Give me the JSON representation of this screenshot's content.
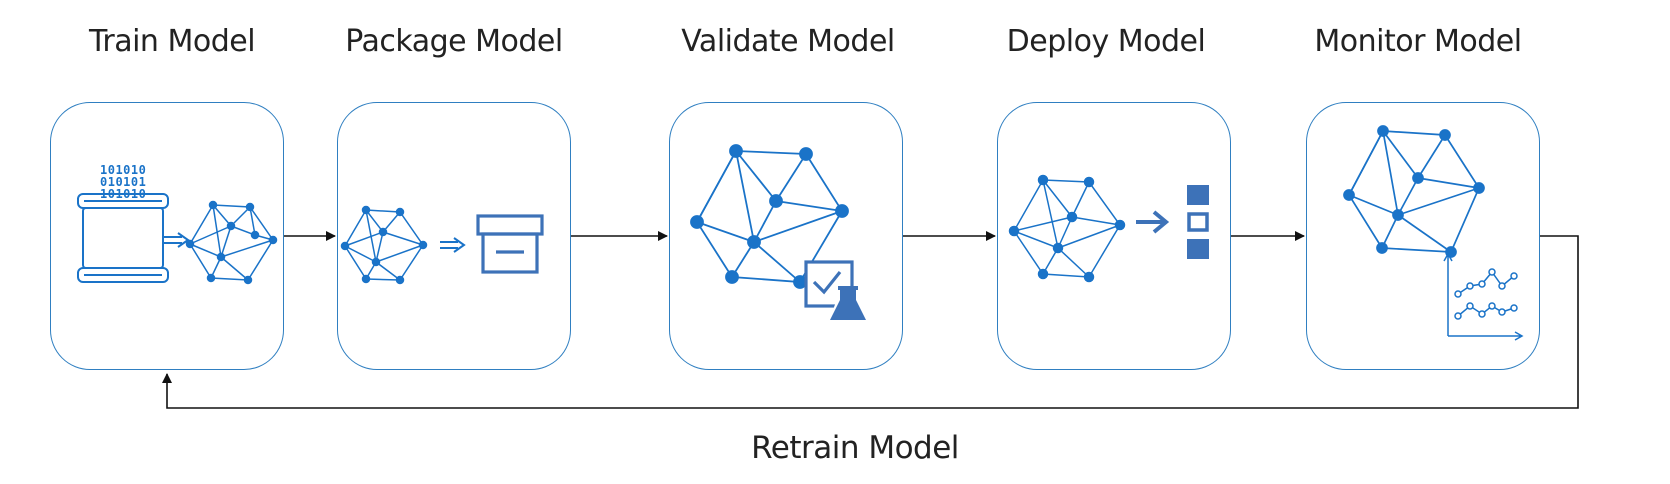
{
  "stages": [
    {
      "title": "Train Model",
      "icon": "database-to-network-icon"
    },
    {
      "title": "Package Model",
      "icon": "network-to-package-icon"
    },
    {
      "title": "Validate Model",
      "icon": "network-validate-icon"
    },
    {
      "title": "Deploy Model",
      "icon": "network-deploy-icon"
    },
    {
      "title": "Monitor Model",
      "icon": "network-monitor-chart-icon"
    }
  ],
  "loop": {
    "label": "Retrain Model"
  },
  "binary": {
    "line1": "101010",
    "line2": "010101",
    "line3": "101010"
  },
  "colors": {
    "accent": "#1a73c8",
    "dark_blue": "#3d72b8",
    "border": "#2f7fc1",
    "arrow": "#111111"
  }
}
